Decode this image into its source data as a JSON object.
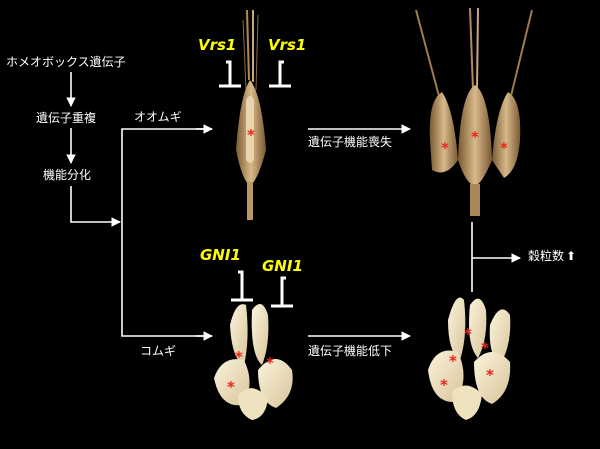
{
  "labels": {
    "homeobox": "ホメオボックス遺伝子",
    "duplication": "遺伝子重複",
    "diversification": "機能分化",
    "barley": "オオムギ",
    "wheat": "コムギ",
    "loss_of_function": "遺伝子機能喪失",
    "reduced_function": "遺伝子機能低下",
    "grain_number_up": "穀粒数",
    "up_arrow": "⬆"
  },
  "genes": {
    "vrs1_left": "Vrs1",
    "vrs1_right": "Vrs1",
    "gni1_left": "GNI1",
    "gni1_right": "GNI1"
  },
  "colors": {
    "gene_label": "#ffff00",
    "arrow": "#ffffff",
    "marker": "#e8241c",
    "spike_light": "#f0e6c8",
    "spike_dark": "#c9a77a"
  },
  "marker_symbol": "*"
}
